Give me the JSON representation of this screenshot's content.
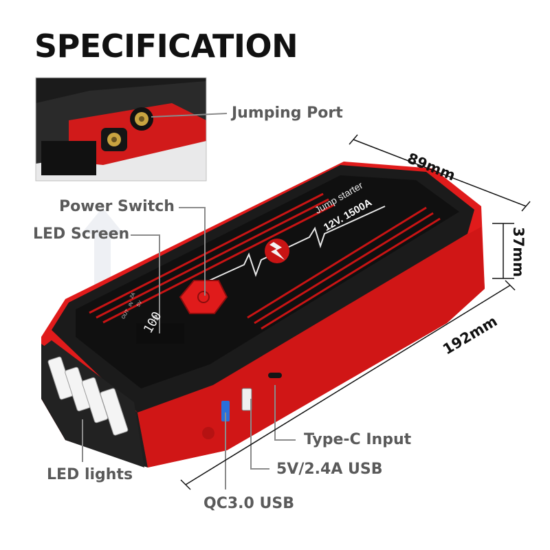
{
  "title": "SPECIFICATION",
  "callouts": {
    "jumping_port": "Jumping Port",
    "power_switch": "Power Switch",
    "led_screen": "LED Screen",
    "led_lights": "LED lights",
    "type_c_input": "Type-C Input",
    "usb_5v": "5V/2.4A USB",
    "qc30_usb": "QC3.0 USB"
  },
  "dimensions": {
    "width": "89mm",
    "height": "37mm",
    "length": "192mm"
  },
  "device": {
    "label_line1": "Jump starter",
    "label_line2": "12V. 1500A",
    "screen_readout": "100",
    "screen_percent": "%",
    "screen_in": "IN",
    "screen_out": "OUT",
    "screen_5v": "5V",
    "screen_2a": "2A"
  },
  "colors": {
    "body_red": "#e01b1b",
    "top_black": "#1a1a1a",
    "accent_red": "#c81414",
    "label_gray": "#5a5a5a",
    "usb_blue": "#2a6fdb"
  }
}
